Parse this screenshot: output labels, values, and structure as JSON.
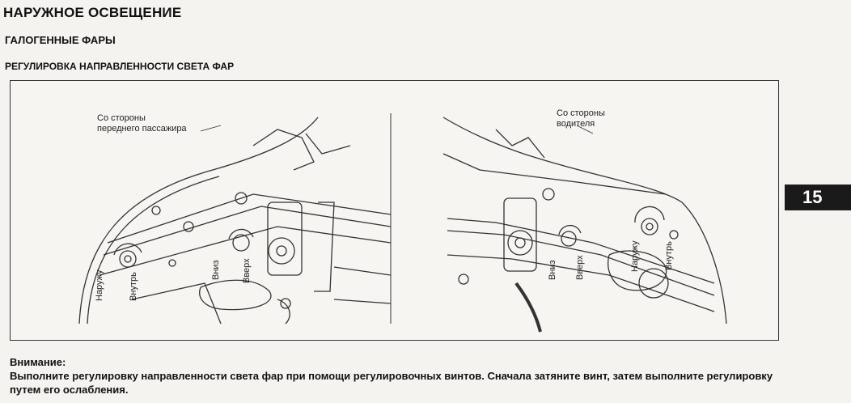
{
  "header": {
    "title": "НАРУЖНОЕ ОСВЕЩЕНИЕ",
    "subtitle": "ГАЛОГЕННЫЕ ФАРЫ",
    "section": "РЕГУЛИРОВКА НАПРАВЛЕННОСТИ СВЕТА ФАР"
  },
  "figure": {
    "left_panel": {
      "caption_line1": "Со стороны",
      "caption_line2": "переднего пассажира",
      "labels": {
        "outward": "Наружу",
        "inward": "Внутрь",
        "down": "Вниз",
        "up": "Вверх"
      }
    },
    "right_panel": {
      "caption_line1": "Со стороны",
      "caption_line2": "водителя",
      "labels": {
        "down": "Вниз",
        "up": "Вверх",
        "outward": "Наружу",
        "inward": "Внутрь"
      }
    }
  },
  "page_badge": "15",
  "note": {
    "title": "Внимание:",
    "text": "Выполните регулировку направленности света фар при помощи регулировочных винтов. Сначала затяните винт, затем выполните регулировку путем его ослабления."
  }
}
